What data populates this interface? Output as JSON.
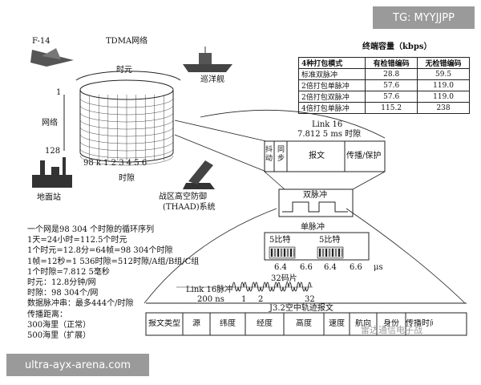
{
  "left_diagram": {
    "f14": "F-14",
    "tdma_net": "TDMA网络",
    "timeslot_top": "时元",
    "cruiser": "巡洋舰",
    "net": "网络",
    "net_one": "1",
    "net_128": "128",
    "slots_row": "98 k 1 2 3 4 5 6",
    "timeslot": "时隙",
    "ground_station": "地面站",
    "thaad": "战区高空防御",
    "thaad2": "(THAAD)系统"
  },
  "notes": [
    "一个网是98 304 个时隙的循环序列",
    "1天=24小时=112.5个时元",
    "1个时元=12.8分=64帧=98 304个时隙",
    "1帧=12秒=1 536时隙=512时隙/A组/B组/C组",
    "1个时隙=7.812 5毫秒",
    "时元：12.8分钟/网",
    "时隙：98 304个/网",
    "数据脉冲串：最多444个/时隙",
    "传播距离：",
    "300海里（正常）",
    "500海里（扩展）"
  ],
  "capacity": {
    "title": "终端容量（kbps）",
    "headers": [
      "4种打包模式",
      "有检错编码",
      "无检错编码"
    ],
    "rows": [
      [
        "标准双脉冲",
        "28.8",
        "59.5"
      ],
      [
        "2倍打包单脉冲",
        "57.6",
        "119.0"
      ],
      [
        "2倍打包双脉冲",
        "57.6",
        "119.0"
      ],
      [
        "4倍打包单脉冲",
        "115.2",
        "238"
      ]
    ]
  },
  "slot": {
    "link16": "Link 16",
    "slot_len": "7.812 5 ms 时隙",
    "jitter": "抖动",
    "sync": "同步",
    "message": "报文",
    "prop": "传播/保护"
  },
  "pulse": {
    "double": "双脉冲",
    "single": "单脉冲",
    "five_bit_1": "5比特",
    "five_bit_2": "5比特",
    "t1": "6.4",
    "t2": "6.6",
    "t3": "6.4",
    "t4": "6.6",
    "unit": "μs",
    "chips": "32码片",
    "link16_pulse": "Link 16脉冲",
    "ns200": "200 ns",
    "c1": "1",
    "c2": "2",
    "c32": "32"
  },
  "j32": {
    "title": "J3.2空中轨迹报文",
    "fields": [
      "报文类型",
      "源",
      "纬度",
      "经度",
      "高度",
      "速度",
      "航向",
      "身份",
      "传播时间"
    ]
  },
  "watermark": "雷达通信电子战",
  "badges": {
    "tg": "TG: MYYJJPP",
    "url": "ultra-ayx-arena.com"
  }
}
